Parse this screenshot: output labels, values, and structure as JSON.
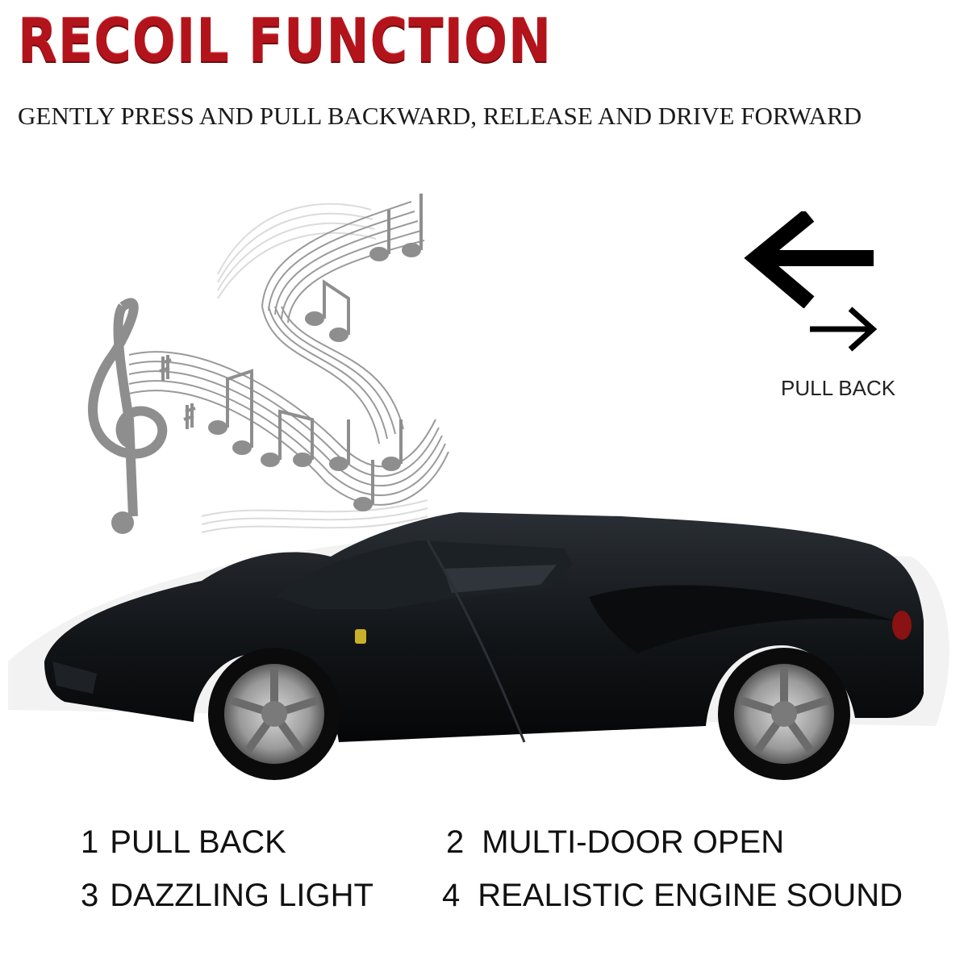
{
  "header": {
    "title": "RECOIL FUNCTION",
    "subtitle": "GENTLY PRESS AND PULL BACKWARD, RELEASE AND DRIVE FORWARD"
  },
  "pull_back": {
    "label": "PULL BACK",
    "arrow_left_icon": "arrow-left-icon",
    "arrow_right_icon": "arrow-right-icon"
  },
  "music": {
    "icon": "music-notes-icon",
    "color": "#8e8e8e"
  },
  "car": {
    "body_color": "#111418"
  },
  "features": [
    {
      "number": "1",
      "label": "PULL BACK"
    },
    {
      "number": "2",
      "label": "MULTI-DOOR OPEN"
    },
    {
      "number": "3",
      "label": "DAZZLING LIGHT"
    },
    {
      "number": "4",
      "label": "REALISTIC ENGINE SOUND"
    }
  ],
  "colors": {
    "title": "#b3141b",
    "text": "#111111"
  }
}
